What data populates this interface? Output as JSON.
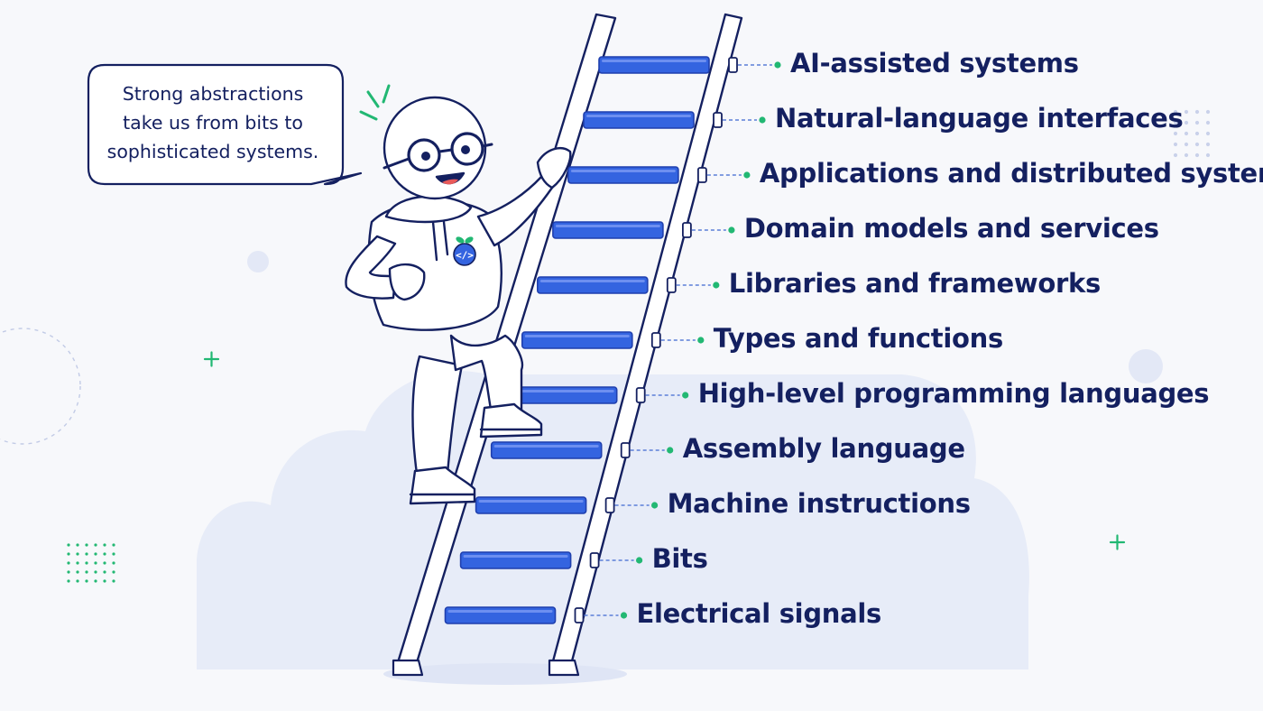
{
  "speech_bubble": {
    "lines": [
      "Strong abstractions",
      "take us from bits to",
      "sophisticated systems."
    ]
  },
  "ladder": {
    "rungs_top_to_bottom": [
      "AI-assisted systems",
      "Natural-language interfaces",
      "Applications and distributed systems",
      "Domain models and services",
      "Libraries and frameworks",
      "Types and functions",
      "High-level programming languages",
      "Assembly language",
      "Machine instructions",
      "Bits",
      "Electrical signals"
    ]
  },
  "character": {
    "hoodie_badge_icon": "code-brackets-icon",
    "badge_leaf_icon": "leaf-icon"
  },
  "colors": {
    "background": "#f7f8fb",
    "cloud": "#e6ebf8",
    "ink": "#142060",
    "rung_blue": "#3464e0",
    "accent_green": "#22b873",
    "dot_grey": "#c9d1ea"
  }
}
